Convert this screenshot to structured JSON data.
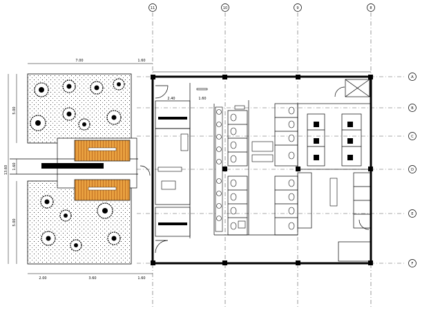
{
  "grid_axes": {
    "vertical": [
      "11",
      "10",
      "9",
      "8"
    ],
    "horizontal": [
      "A",
      "B",
      "C",
      "D",
      "E",
      "F"
    ]
  },
  "dimensions": {
    "garden_width": "7.00",
    "garden_right": "1.60",
    "total_depth": "13.60",
    "upper_depth": "5.00",
    "mid_depth": "1.60",
    "lower_depth": "5.00",
    "bottom_left": "2.00",
    "bottom_mid": "3.60",
    "bottom_right": "1.60",
    "room_2": "2.40",
    "room_3": "1.60"
  },
  "colors": {
    "wood": "#e8a040",
    "wood_line": "#b8651a",
    "planter_dot": "#000000",
    "wall": "#000000"
  },
  "icons": [
    "tree-icon",
    "wc-icon",
    "sink-icon",
    "door-swing-icon"
  ]
}
